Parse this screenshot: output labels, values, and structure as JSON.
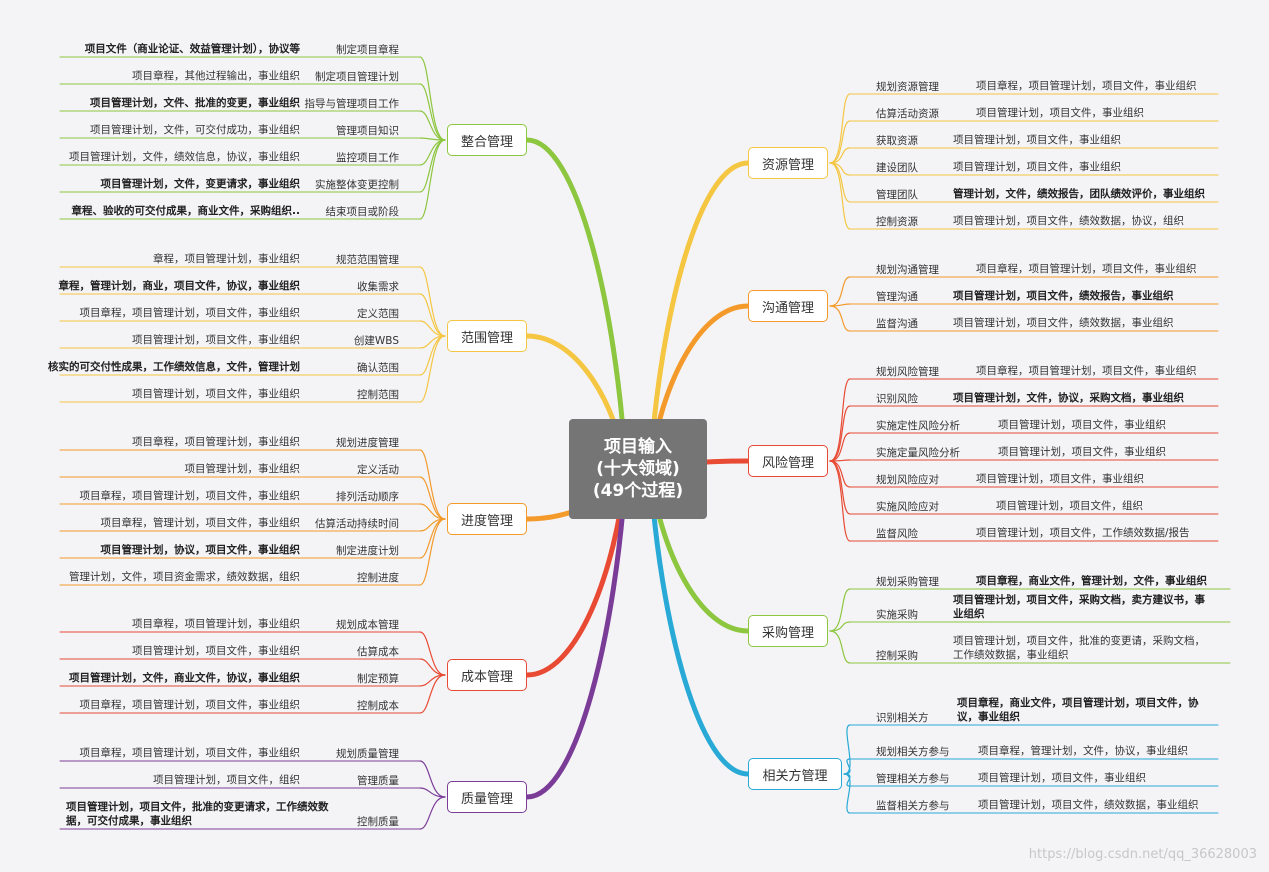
{
  "center": {
    "line1": "项目输入",
    "line2": "(十大领域)",
    "line3": "(49个过程)",
    "color": "#757575"
  },
  "watermark": "https://blog.csdn.net/qq_36628003",
  "areas": [
    {
      "name": "整合管理",
      "side": "left",
      "color": "#8dc63f",
      "items": [
        {
          "process": "制定项目章程",
          "inputs": "项目文件（商业论证、效益管理计划），协议等",
          "bold": true
        },
        {
          "process": "制定项目管理计划",
          "inputs": "项目章程，其他过程输出，事业组织",
          "bold": false
        },
        {
          "process": "指导与管理项目工作",
          "inputs": "项目管理计划，文件、批准的变更，事业组织",
          "bold": true
        },
        {
          "process": "管理项目知识",
          "inputs": "项目管理计划，文件，可交付成功，事业组织",
          "bold": false
        },
        {
          "process": "监控项目工作",
          "inputs": "项目管理计划，文件，绩效信息，协议，事业组织",
          "bold": false
        },
        {
          "process": "实施整体变更控制",
          "inputs": "项目管理计划，文件，变更请求，事业组织",
          "bold": true
        },
        {
          "process": "结束项目或阶段",
          "inputs": "章程、验收的可交付成果，商业文件，采购组织..",
          "bold": true
        }
      ]
    },
    {
      "name": "范围管理",
      "side": "left",
      "color": "#f5c642",
      "items": [
        {
          "process": "规范范围管理",
          "inputs": "章程，项目管理计划，事业组织",
          "bold": false
        },
        {
          "process": "收集需求",
          "inputs": "章程，管理计划，商业，项目文件，协议，事业组织",
          "bold": true
        },
        {
          "process": "定义范围",
          "inputs": "项目章程，项目管理计划，项目文件，事业组织",
          "bold": false
        },
        {
          "process": "创建WBS",
          "inputs": "项目管理计划，项目文件，事业组织",
          "bold": false
        },
        {
          "process": "确认范围",
          "inputs": "核实的可交付性成果，工作绩效信息，文件，管理计划",
          "bold": true
        },
        {
          "process": "控制范围",
          "inputs": "项目管理计划，项目文件，事业组织",
          "bold": false
        }
      ]
    },
    {
      "name": "进度管理",
      "side": "left",
      "color": "#f39a2b",
      "items": [
        {
          "process": "规划进度管理",
          "inputs": "项目章程，项目管理计划，事业组织",
          "bold": false
        },
        {
          "process": "定义活动",
          "inputs": "项目管理计划，事业组织",
          "bold": false
        },
        {
          "process": "排列活动顺序",
          "inputs": "项目章程，项目管理计划，项目文件，事业组织",
          "bold": false
        },
        {
          "process": "估算活动持续时间",
          "inputs": "项目章程，管理计划，项目文件，事业组织",
          "bold": false
        },
        {
          "process": "制定进度计划",
          "inputs": "项目管理计划，协议，项目文件，事业组织",
          "bold": true
        },
        {
          "process": "控制进度",
          "inputs": "管理计划，文件，项目资金需求，绩效数据，组织",
          "bold": false
        }
      ]
    },
    {
      "name": "成本管理",
      "side": "left",
      "color": "#e84a33",
      "items": [
        {
          "process": "规划成本管理",
          "inputs": "项目章程，项目管理计划，事业组织",
          "bold": false
        },
        {
          "process": "估算成本",
          "inputs": "项目管理计划，项目文件，事业组织",
          "bold": false
        },
        {
          "process": "制定预算",
          "inputs": "项目管理计划，文件，商业文件，协议，事业组织",
          "bold": true
        },
        {
          "process": "控制成本",
          "inputs": "项目章程，项目管理计划，项目文件，事业组织",
          "bold": false
        }
      ]
    },
    {
      "name": "质量管理",
      "side": "left",
      "color": "#7b3c97",
      "items": [
        {
          "process": "规划质量管理",
          "inputs": "项目章程，项目管理计划，项目文件，事业组织",
          "bold": false
        },
        {
          "process": "管理质量",
          "inputs": "项目管理计划，项目文件，组织",
          "bold": false
        },
        {
          "process": "控制质量",
          "inputs": "项目管理计划，项目文件，批准的变更请求，工作绩效数据，可交付成果，事业组织",
          "bold": true
        }
      ]
    },
    {
      "name": "资源管理",
      "side": "right",
      "color": "#f5c642",
      "items": [
        {
          "process": "规划资源管理",
          "inputs": "项目章程，项目管理计划，项目文件，事业组织",
          "bold": false
        },
        {
          "process": "估算活动资源",
          "inputs": "项目管理计划，项目文件，事业组织",
          "bold": false
        },
        {
          "process": "获取资源",
          "inputs": "项目管理计划，项目文件，事业组织",
          "bold": false
        },
        {
          "process": "建设团队",
          "inputs": "项目管理计划，项目文件，事业组织",
          "bold": false
        },
        {
          "process": "管理团队",
          "inputs": "管理计划，文件，绩效报告，团队绩效评价，事业组织",
          "bold": true
        },
        {
          "process": "控制资源",
          "inputs": "项目管理计划，项目文件，绩效数据，协议，组织",
          "bold": false
        }
      ]
    },
    {
      "name": "沟通管理",
      "side": "right",
      "color": "#f39a2b",
      "items": [
        {
          "process": "规划沟通管理",
          "inputs": "项目章程，项目管理计划，项目文件，事业组织",
          "bold": false
        },
        {
          "process": "管理沟通",
          "inputs": "项目管理计划，项目文件，绩效报告，事业组织",
          "bold": true
        },
        {
          "process": "监督沟通",
          "inputs": "项目管理计划，项目文件，绩效数据，事业组织",
          "bold": false
        }
      ]
    },
    {
      "name": "风险管理",
      "side": "right",
      "color": "#e84a33",
      "items": [
        {
          "process": "规划风险管理",
          "inputs": "项目章程，项目管理计划，项目文件，事业组织",
          "bold": false
        },
        {
          "process": "识别风险",
          "inputs": "项目管理计划，文件，协议，采购文档，事业组织",
          "bold": true
        },
        {
          "process": "实施定性风险分析",
          "inputs": "项目管理计划，项目文件，事业组织",
          "bold": false
        },
        {
          "process": "实施定量风险分析",
          "inputs": "项目管理计划，项目文件，事业组织",
          "bold": false
        },
        {
          "process": "规划风险应对",
          "inputs": "项目管理计划，项目文件，事业组织",
          "bold": false
        },
        {
          "process": "实施风险应对",
          "inputs": "项目管理计划，项目文件，组织",
          "bold": false
        },
        {
          "process": "监督风险",
          "inputs": "项目管理计划，项目文件，工作绩效数据/报告",
          "bold": false
        }
      ]
    },
    {
      "name": "采购管理",
      "side": "right",
      "color": "#8dc63f",
      "items": [
        {
          "process": "规划采购管理",
          "inputs": "项目章程，商业文件，管理计划，文件，事业组织",
          "bold": true
        },
        {
          "process": "实施采购",
          "inputs": "项目管理计划，项目文件，采购文档，卖方建议书，事业组织",
          "bold": true
        },
        {
          "process": "控制采购",
          "inputs": "项目管理计划，项目文件，批准的变更请，采购文档，工作绩效数据，事业组织",
          "bold": false
        }
      ]
    },
    {
      "name": "相关方管理",
      "side": "right",
      "color": "#29a9d6",
      "items": [
        {
          "process": "识别相关方",
          "inputs": "项目章程，商业文件，项目管理计划，项目文件，协议，事业组织",
          "bold": true
        },
        {
          "process": "规划相关方参与",
          "inputs": "项目章程，管理计划，文件，协议，事业组织",
          "bold": false
        },
        {
          "process": "管理相关方参与",
          "inputs": "项目管理计划，项目文件，事业组织",
          "bold": false
        },
        {
          "process": "监督相关方参与",
          "inputs": "项目管理计划，项目文件，绩效数据，事业组织",
          "bold": false
        }
      ]
    }
  ]
}
